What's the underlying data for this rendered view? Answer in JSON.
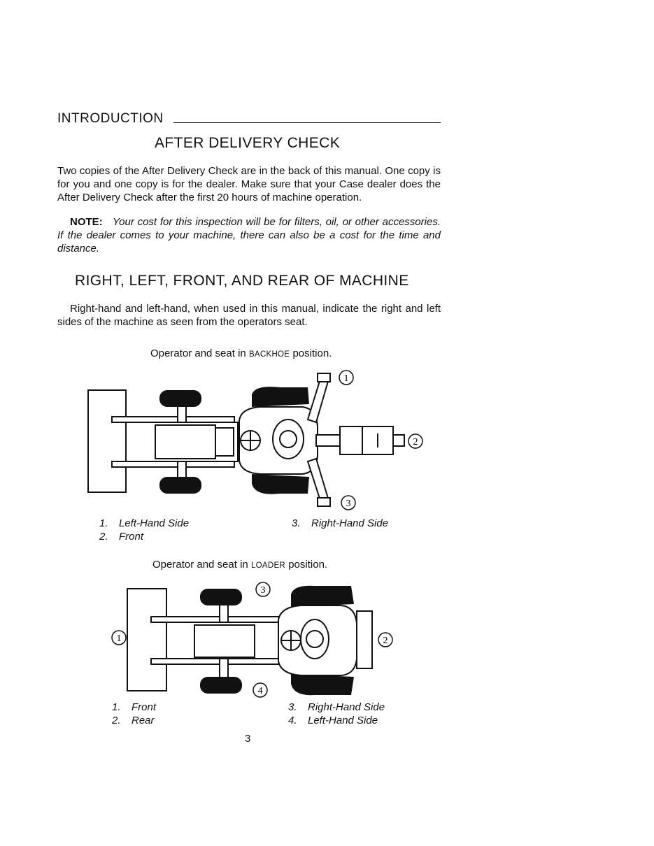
{
  "header": {
    "section": "INTRODUCTION"
  },
  "after_delivery": {
    "title": "AFTER DELIVERY CHECK",
    "body": "Two copies of the After Delivery Check are in the back of this manual. One copy is for you and one copy is for the dealer. Make sure that your Case dealer does the After Delivery Check after the first 20 hours of machine operation.",
    "note_label": "NOTE:",
    "note_text": "Your cost for this inspection will be for filters, oil, or other accessories. If the dealer comes to your machine, there can also be a cost for the time and distance."
  },
  "orientation": {
    "title": "RIGHT, LEFT, FRONT, AND REAR OF MACHINE",
    "body": "Right-hand and left-hand, when used in this manual, indicate the right and left sides of the machine as seen from the operators seat."
  },
  "figure_backhoe": {
    "caption_prefix": "Operator and seat in",
    "caption_mode": "BACKHOE",
    "caption_suffix": "position.",
    "callouts": [
      "1",
      "2",
      "3"
    ],
    "legend": [
      {
        "num": "1.",
        "text": "Left-Hand Side"
      },
      {
        "num": "2.",
        "text": "Front"
      },
      {
        "num": "3.",
        "text": "Right-Hand Side"
      }
    ]
  },
  "figure_loader": {
    "caption_prefix": "Operator and seat in",
    "caption_mode": "LOADER",
    "caption_suffix": "position.",
    "callouts": [
      "1",
      "2",
      "3",
      "4"
    ],
    "legend": [
      {
        "num": "1.",
        "text": "Front"
      },
      {
        "num": "2.",
        "text": "Rear"
      },
      {
        "num": "3.",
        "text": "Right-Hand Side"
      },
      {
        "num": "4.",
        "text": "Left-Hand Side"
      }
    ]
  },
  "footer": {
    "page_number": "3"
  }
}
